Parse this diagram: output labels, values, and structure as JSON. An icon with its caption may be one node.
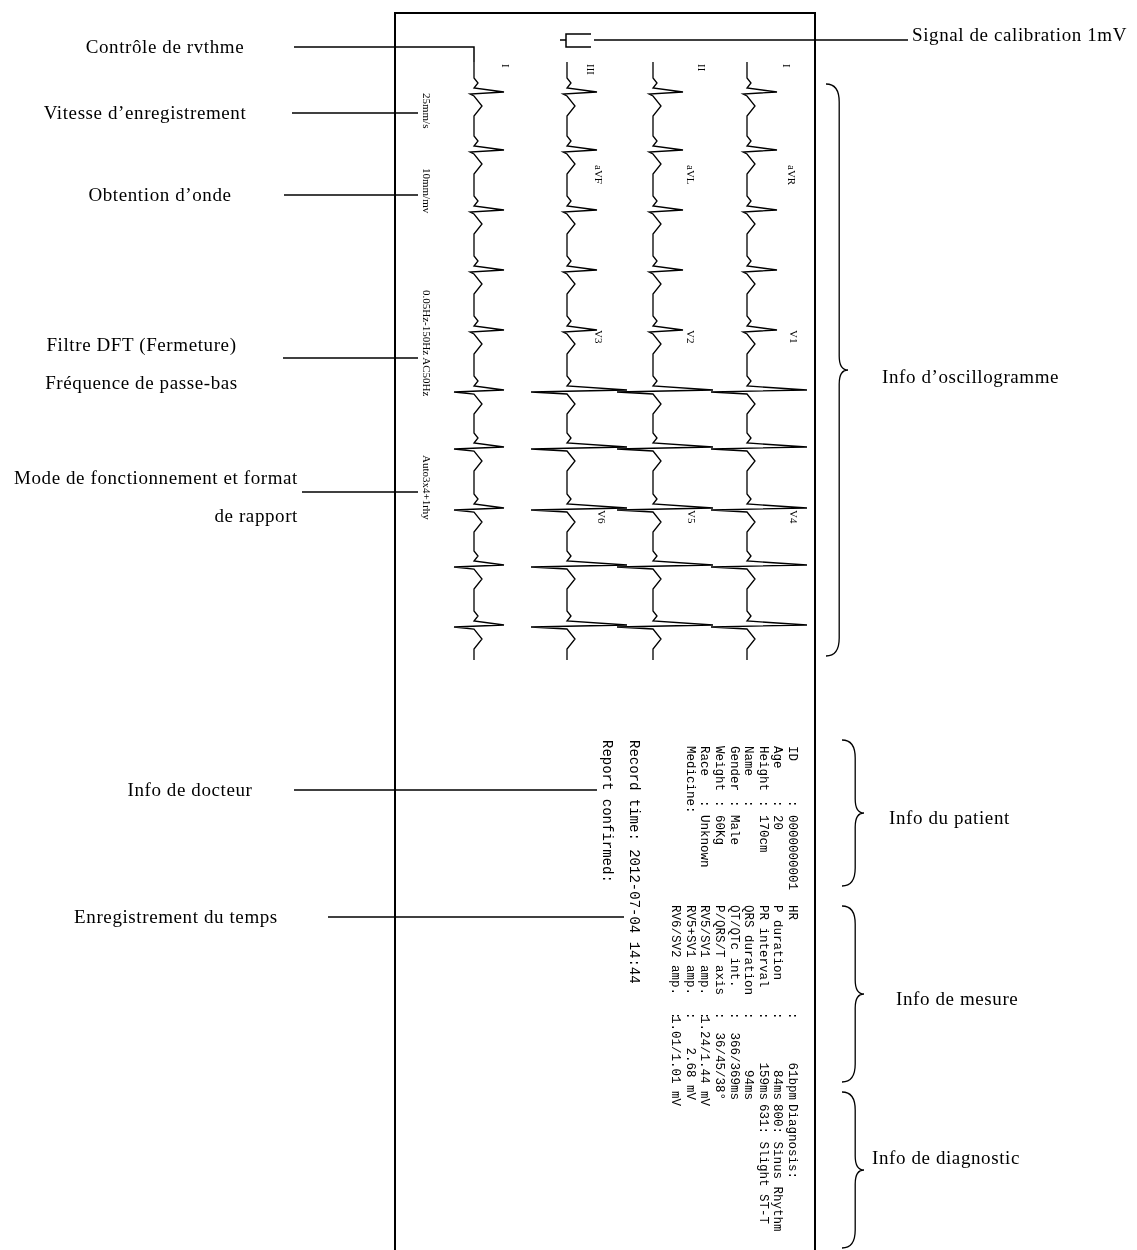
{
  "diagram": {
    "nodes": [
      {
        "text": [
          "Contrôle de rvthme"
        ]
      },
      {
        "text": [
          "Signal de calibration 1mV"
        ]
      },
      {
        "text": [
          "Vitesse d’enregistrement"
        ]
      },
      {
        "text": [
          "Obtention d’onde"
        ]
      },
      {
        "text": [
          "Filtre DFT (Fermeture) Fréquence de passe-bas"
        ]
      },
      {
        "text": [
          "Mode de fonctionnement et format de rapport"
        ]
      },
      {
        "text": [
          "Info de docteur"
        ]
      },
      {
        "text": [
          "Enregistrement du temps"
        ]
      },
      {
        "text": [
          "25mm/s"
        ]
      },
      {
        "text": [
          "10mm/mv"
        ]
      },
      {
        "text": [
          "0.05Hz-150Hz AC50Hz"
        ]
      },
      {
        "text": [
          "Auto3x4+1rhy"
        ]
      },
      {
        "text": [
          "Record time: 2012-07-04 14:44"
        ]
      },
      {
        "text": [
          "Report confirmed:"
        ]
      },
      {
        "text": [],
        "shape": "picture"
      },
      {
        "text": [],
        "shape": "picture"
      }
    ],
    "edges": [
      {
        "from": 0,
        "to": 14,
        "arrow": "none"
      },
      {
        "from": 1,
        "to": 15,
        "arrow": "none"
      },
      {
        "from": 2,
        "to": 8,
        "arrow": "none"
      },
      {
        "from": 3,
        "to": 9,
        "arrow": "none"
      },
      {
        "from": 4,
        "to": 10,
        "arrow": "none"
      },
      {
        "from": 5,
        "to": 11,
        "arrow": "none"
      },
      {
        "from": 6,
        "to": 13,
        "arrow": "none"
      },
      {
        "from": 7,
        "to": 12,
        "arrow": "none"
      }
    ],
    "labels": [
      "I",
      "III",
      "II",
      "I",
      "aVF",
      "aVL",
      "aVR",
      "V3",
      "V2",
      "V1",
      "V6",
      "V5",
      "V4",
      "ID",
      ": 0000000001",
      "HR",
      ":",
      "61bpm",
      "Diagnosis:",
      "Age",
      ": 20",
      "P duration",
      ":",
      "84ms",
      "800: Sinus Rhythm",
      "Height",
      ": 170cm",
      "PR interval",
      ":",
      "159ms",
      "631: Slight ST-T",
      "Name",
      ":",
      "QRS duration",
      ":",
      "94ms",
      "Gender",
      ": Male",
      "QT/QTc int.",
      ":",
      "366/369ms",
      "Weight",
      ": 60Kg",
      "P/QRS/T axis",
      ":",
      "36/45/38°",
      "Race",
      ": Unknown",
      "RV5/SV1 amp.",
      ":",
      "1.24/1.44 mV",
      "Medicine:",
      "RV5+SV1 amp.",
      ":",
      "2.68 mV",
      "RV6/SV2 amp.",
      ":",
      "1.01/1.01 mV",
      "Info d’oscillogramme",
      "Info du patient",
      "Info de mesure",
      "Info de diagnostic"
    ]
  }
}
